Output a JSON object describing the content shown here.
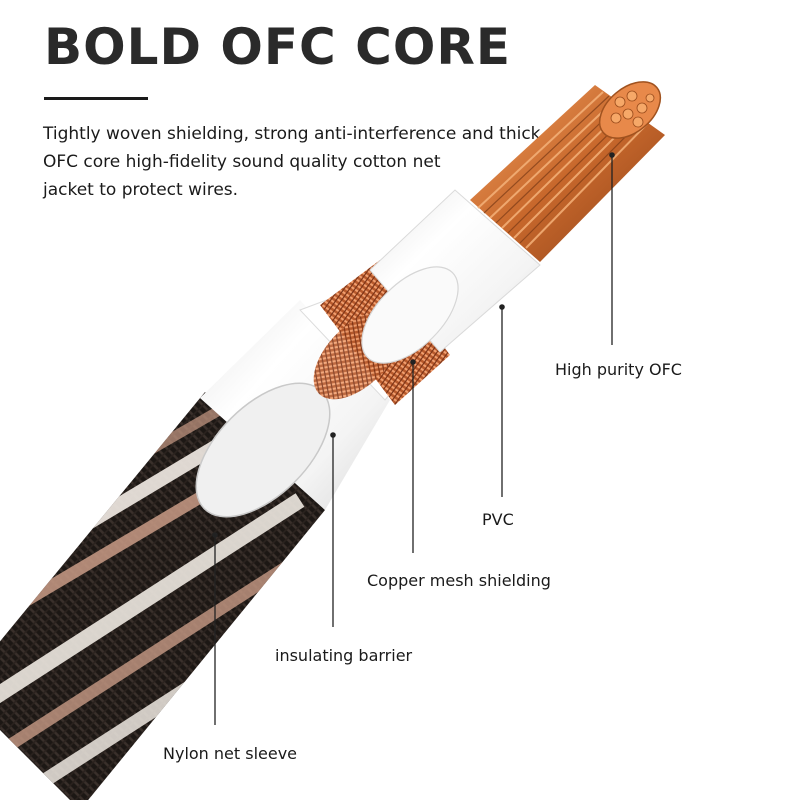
{
  "header": {
    "title": "BOLD OFC CORE",
    "description_lines": [
      "Tightly woven shielding, strong anti-interference and thick",
      "OFC core high-fidelity sound quality cotton net",
      "jacket to protect wires."
    ]
  },
  "labels": {
    "core": "High purity OFC",
    "pvc": "PVC",
    "shield": "Copper mesh shielding",
    "barrier": "insulating barrier",
    "sleeve": "Nylon net sleeve"
  },
  "colors": {
    "copper": "#d2783c",
    "copper_dark": "#8a4a22",
    "sleeve_dark": "#1c1714",
    "sleeve_stripe_light": "#efe9e2",
    "sleeve_stripe_pink": "#c99c86",
    "insulation": "#ffffff"
  }
}
